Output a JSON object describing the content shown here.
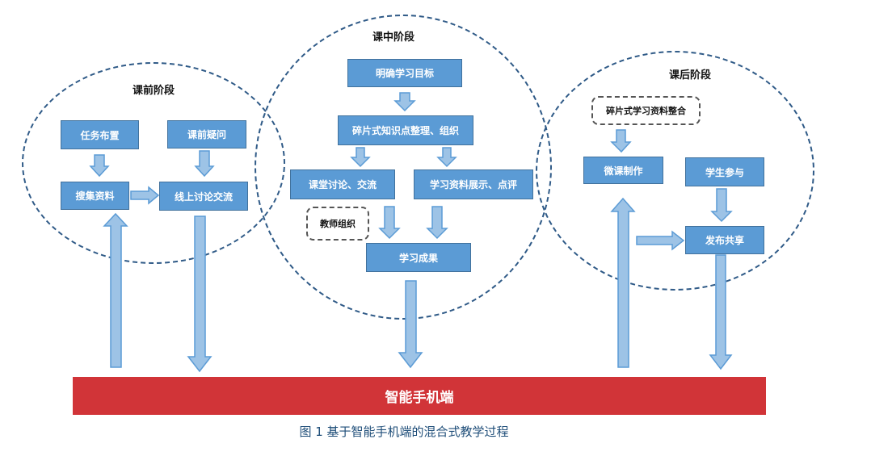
{
  "phases": {
    "pre": "课前阶段",
    "in": "课中阶段",
    "post": "课后阶段"
  },
  "pre_class": {
    "task_assign": "任务布置",
    "pre_question": "课前疑问",
    "collect": "搜集资料",
    "online_discuss": "线上讨论交流"
  },
  "in_class": {
    "goal": "明确学习目标",
    "organize": "碎片式知识点整理、组织",
    "discuss": "课堂讨论、交流",
    "present": "学习资料展示、点评",
    "teacher_org": "教师组织",
    "outcome": "学习成果"
  },
  "post_class": {
    "integrate": "碎片式学习资料整合",
    "micro_course": "微课制作",
    "student_join": "学生参与",
    "share": "发布共享"
  },
  "base": "智能手机端",
  "caption": "图 1 基于智能手机端的混合式教学过程",
  "colors": {
    "box_fill": "#5b9bd5",
    "arrow_fill": "#9dc3e6",
    "arrow_stroke": "#5b9bd5",
    "base_fill": "#d13438",
    "ellipse_border": "#2f5a87"
  }
}
